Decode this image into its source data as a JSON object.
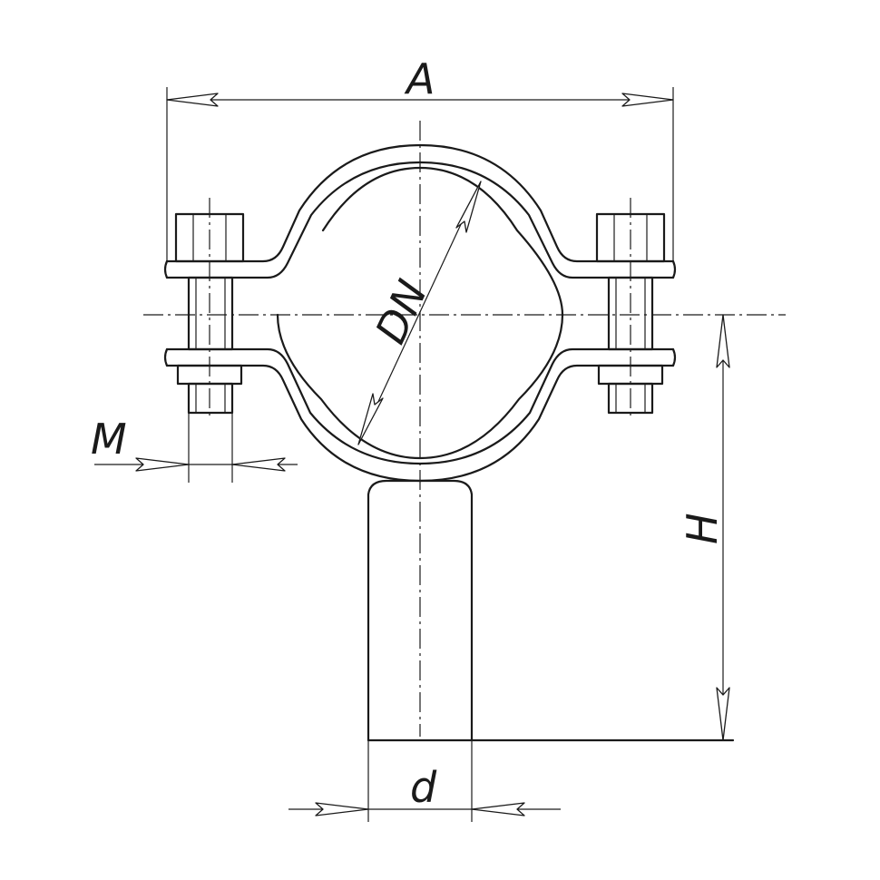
{
  "drawing": {
    "labels": {
      "width": "A",
      "diameter": "DN",
      "bolt": "M",
      "height": "H",
      "rod": "d"
    },
    "colors": {
      "line": "#1a1a1a",
      "background": "#ffffff"
    }
  }
}
